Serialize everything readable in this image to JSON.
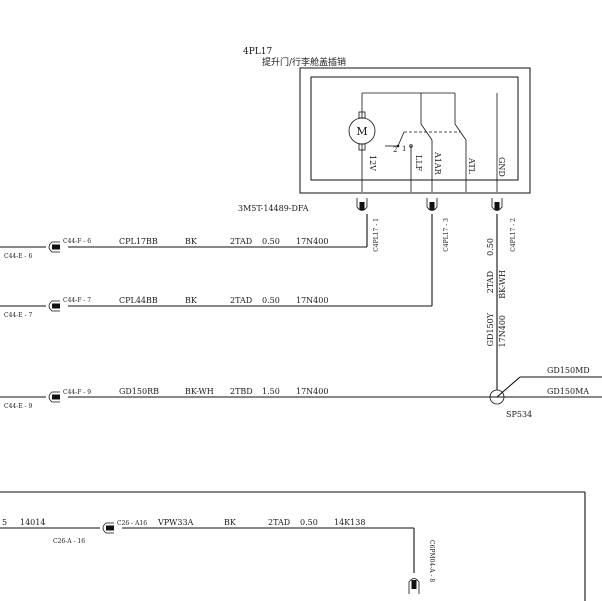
{
  "component": {
    "ref": "4PL17",
    "name": "提升门/行李舱盖插销",
    "part_number": "3M5T-14489-DFA",
    "motor_symbol": "M",
    "switch_labels": [
      "2",
      "1"
    ],
    "pin_labels": [
      "12V",
      "LLF",
      "A1AR",
      "ATL",
      "GND"
    ]
  },
  "connectors": {
    "c4pl17_pins": [
      "C4PL17 - 1",
      "C4PL17 - 3",
      "C4PL17 - 2"
    ],
    "c44f_1": "C44-F - 6",
    "c44e_1": "C44-E - 6",
    "c44f_2": "C44-F - 7",
    "c44e_2": "C44-E - 7",
    "c44f_3": "C44-F - 9",
    "c44e_3": "C44-E - 9",
    "c26": "C26 - A16",
    "c26a": "C26-A - 16",
    "c6pm04": "C6PM04-A - 8"
  },
  "wires": [
    {
      "circuit": "CPL17BB",
      "color": "BK",
      "type": "2TAD",
      "size": "0.50",
      "harness": "17N400"
    },
    {
      "circuit": "CPL44BB",
      "color": "BK",
      "type": "2TAD",
      "size": "0.50",
      "harness": "17N400"
    },
    {
      "circuit": "GD150RB",
      "color": "BK-WH",
      "type": "2TBD",
      "size": "1.50",
      "harness": "17N400"
    },
    {
      "circuit": "VPW33A",
      "color": "BK",
      "type": "2TAD",
      "size": "0.50",
      "harness": "14K138"
    }
  ],
  "vertical_wire": {
    "size": "0.50",
    "type": "2TAD",
    "color": "BK-WH",
    "circuit": "GD150Y",
    "harness": "17N400"
  },
  "splice": {
    "ref": "SP534",
    "outputs": [
      "GD150MD",
      "GD150MA"
    ]
  },
  "bottom_left": {
    "num_a": "5",
    "num_b": "14014"
  }
}
